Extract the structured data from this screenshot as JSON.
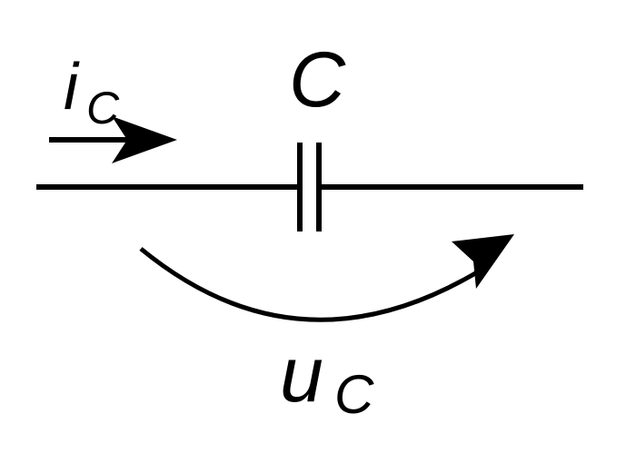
{
  "labels": {
    "capacitor": "C",
    "current_main": "i",
    "current_sub": "C",
    "voltage_main": "u",
    "voltage_sub": "C"
  },
  "colors": {
    "line": "#000000",
    "background": "#ffffff"
  }
}
